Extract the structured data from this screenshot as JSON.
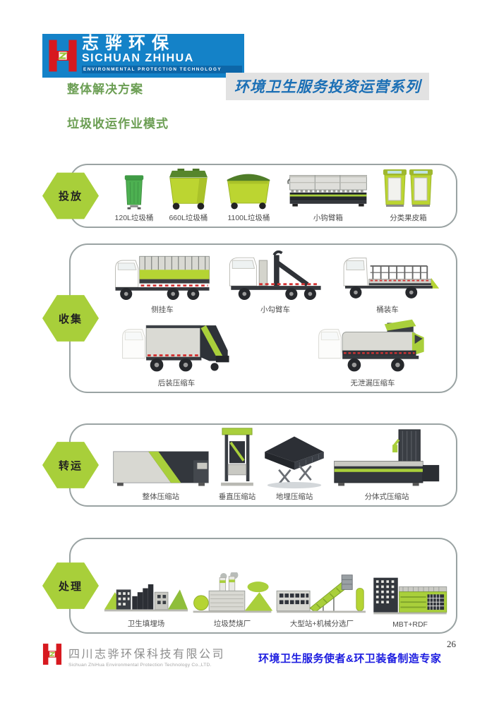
{
  "logo": {
    "cn": "志骅环保",
    "en": "SICHUAN ZHIHUA",
    "sub": "ENVIRONMENTAL PROTECTION TECHNOLOGY"
  },
  "header": {
    "left_title": "整体解决方案",
    "series_title": "环境卫生服务投资运营系列",
    "subtitle": "垃圾收运作业模式"
  },
  "sections": [
    {
      "badge": "投放",
      "items": [
        "120L垃圾桶",
        "660L垃圾桶",
        "1100L垃圾桶",
        "小钩臂箱",
        "分类果皮箱"
      ]
    },
    {
      "badge": "收集",
      "row1": [
        "侧挂车",
        "小勾臂车",
        "桶装车"
      ],
      "row2": [
        "后装压缩车",
        "无泄漏压缩车"
      ]
    },
    {
      "badge": "转运",
      "items": [
        "整体压缩站",
        "垂直压缩站",
        "地埋压缩站",
        "分体式压缩站"
      ]
    },
    {
      "badge": "处理",
      "items": [
        "卫生填埋场",
        "垃圾焚烧厂",
        "大型站+机械分选厂",
        "MBT+RDF"
      ]
    }
  ],
  "footer": {
    "company_cn": "四川志骅环保科技有限公司",
    "company_en": "Sichuan ZhiHua Environmental Protection Technology Co.,LTD.",
    "slogan": "环境卫生服务使者&环卫装备制造专家"
  },
  "page": {
    "number": "26"
  },
  "colors": {
    "accent_green": "#a8cf3a",
    "heading_green": "#6b9e53",
    "logo_blue": "#1482c8",
    "logo_red": "#d7191f",
    "series_title_blue": "#1b6fb5",
    "series_title_bg": "#e2e2e2",
    "slogan_blue": "#1c1ce0",
    "panel_border_gray": "#9aa3a3"
  }
}
